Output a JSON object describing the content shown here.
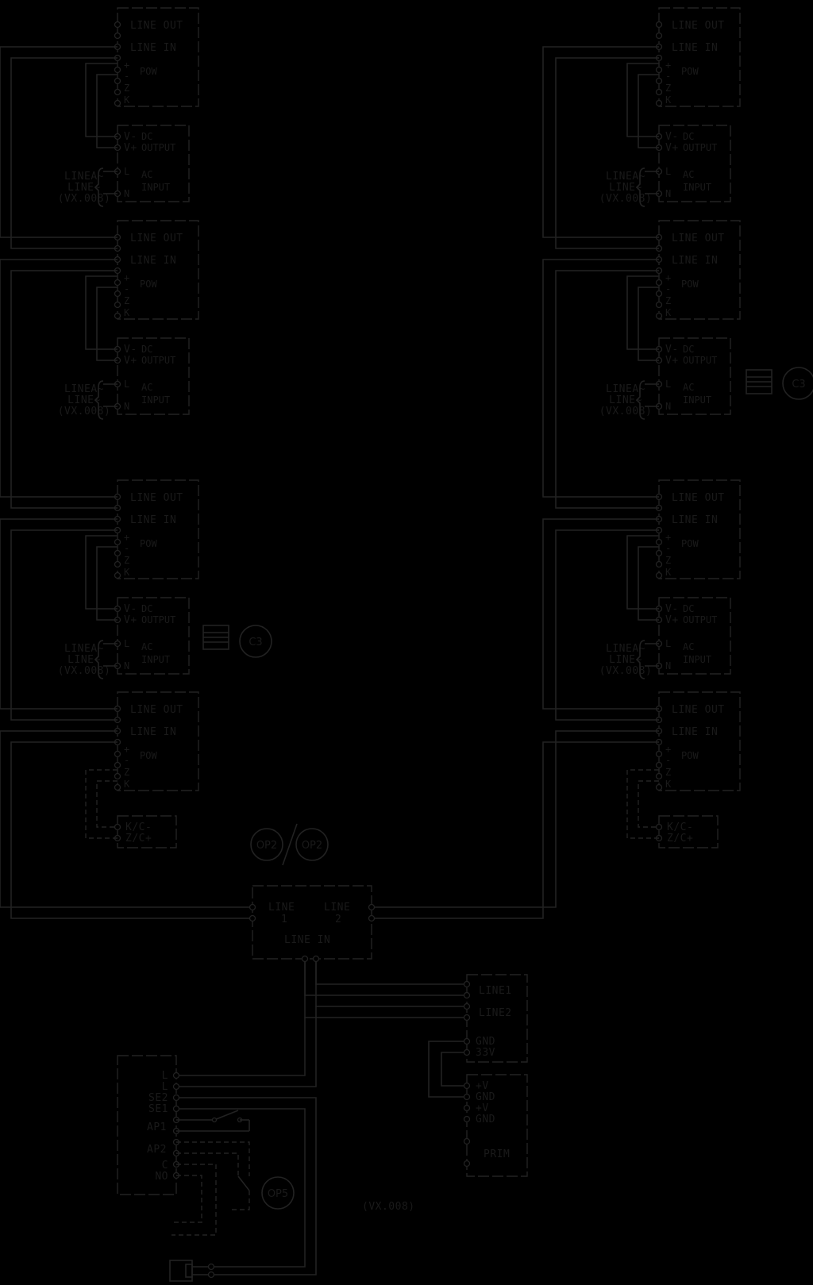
{
  "terminals": {
    "line_out": "LINE OUT",
    "line_in": "LINE IN",
    "plus": "+",
    "minus": "-",
    "pow": "POW",
    "z": "Z",
    "k": "K",
    "v_minus": "V-",
    "v_plus": "V+",
    "dc": "DC",
    "output": "OUTPUT",
    "l": "L",
    "n": "N",
    "ac": "AC",
    "input": "INPUT",
    "k_c": "K/C-",
    "z_c": "Z/C+"
  },
  "supply_label": [
    "LINEA~",
    "LINE~",
    "(VX.008)"
  ],
  "badges": {
    "c3": "C3",
    "op2": "OP2",
    "op5": "OP5"
  },
  "junction": {
    "line1": [
      "LINE",
      "1"
    ],
    "line2": [
      "LINE",
      "2"
    ],
    "line_in": "LINE IN"
  },
  "controller": {
    "line1": "LINE1",
    "line2": "LINE2",
    "gnd": "GND",
    "v33": "33V",
    "plus_v": "+V",
    "prim": "PRIM"
  },
  "panel": {
    "labels": [
      "L",
      "L",
      "SE2",
      "SE1",
      "AP1",
      "AP2",
      "C",
      "NO"
    ]
  },
  "footer": "(VX.008)"
}
